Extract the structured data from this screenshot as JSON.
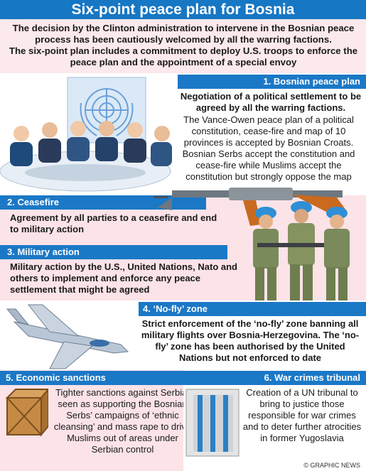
{
  "title": "Six-point peace plan for Bosnia",
  "intro": {
    "p1": "The decision by the Clinton administration to intervene in the Bosnian peace process has been cautiously welcomed by all the warring factions.",
    "p2": "The six-point plan includes a commitment to deploy U.S. troops to enforce the peace plan and the appointment of a special envoy"
  },
  "sections": {
    "s1": {
      "heading": "1. Bosnian peace plan",
      "lead": "Negotiation of a political settlement to be agreed by all the warring factions.",
      "body": "The Vance-Owen peace plan of a political constitution, cease-fire and map of 10 provinces is accepted by Bosnian Croats. Bosnian Serbs accept the constitution and cease-fire while Muslims accept the constitution but strongly oppose the map"
    },
    "s2": {
      "heading": "2. Ceasefire",
      "body": "Agreement by all parties to a ceasefire and end to military action"
    },
    "s3": {
      "heading": "3. Military action",
      "body": "Military action by the U.S., United Nations, Nato and others to implement and enforce any peace settlement that might be agreed"
    },
    "s4": {
      "heading": "4. ‘No-fly’ zone",
      "body": "Strict enforcement of the ‘no-fly’ zone banning all military flights over Bosnia-Herzegovina. The ‘no-fly’ zone has been authorised by the United Nations but not enforced to date"
    },
    "s5": {
      "heading": "5. Economic sanctions",
      "body": "Tighter sanctions against Serbia, seen as supporting the Bosnian Serbs’ campaigns of ‘ethnic cleansing’ and mass rape to drive Muslims out of areas under Serbian control"
    },
    "s6": {
      "heading": "6. War crimes tribunal",
      "body": "Creation of a UN tribunal to bring to justice those responsible for war crimes and to deter further atrocities in former Yugoslavia"
    }
  },
  "credit": "© GRAPHIC NEWS",
  "colors": {
    "accent": "#1677c4",
    "pink": "#fbe3e8",
    "uniform": "#7a8a5a",
    "helmet": "#2f8fd6"
  }
}
